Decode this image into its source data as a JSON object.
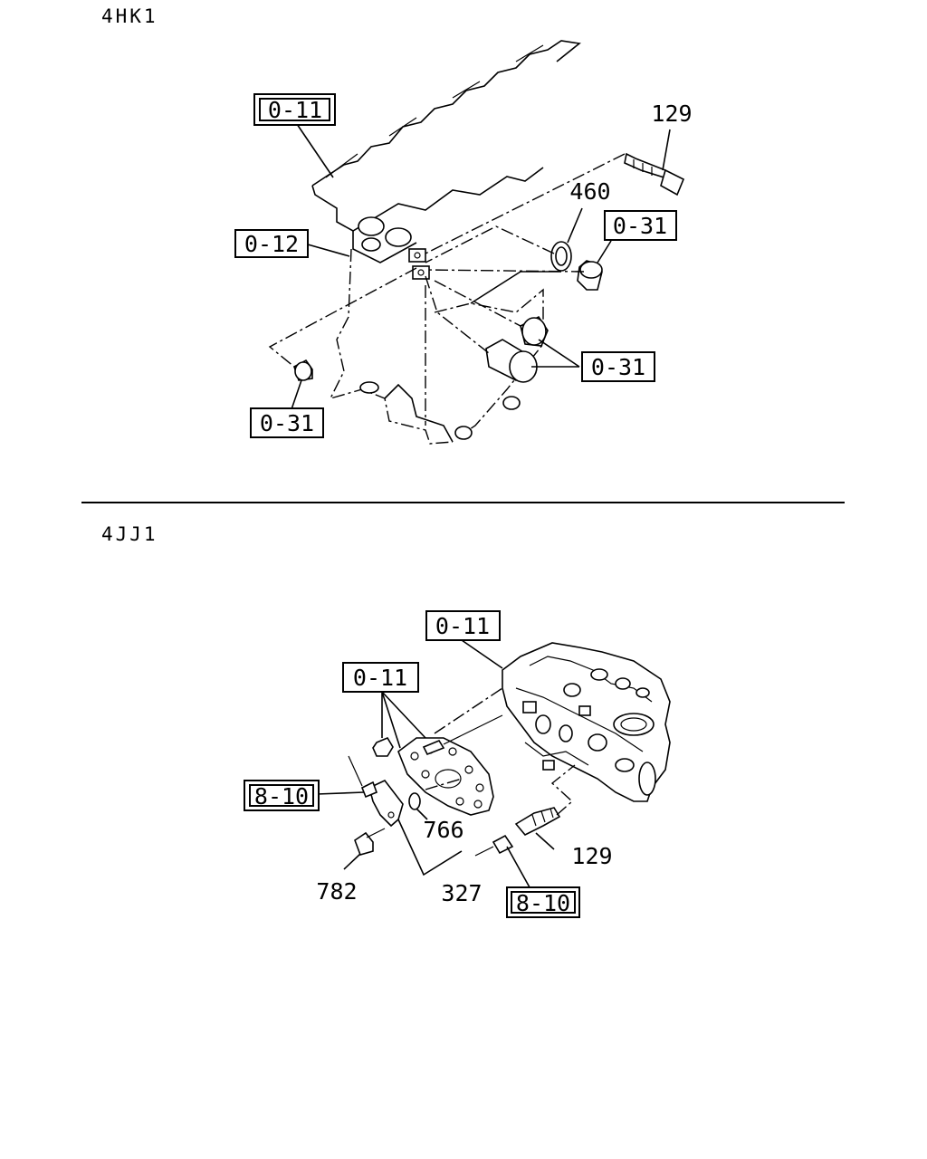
{
  "sections": [
    {
      "variant": "4HK1",
      "callouts": {
        "head": "0-11",
        "block": "0-12",
        "sensor": "129",
        "gasket": "460",
        "plug_right": "0-31",
        "plugs_center": "0-31",
        "plug_left": "0-31"
      }
    },
    {
      "variant": "4JJ1",
      "callouts": {
        "head": "0-11",
        "studs": "0-11",
        "harness_left": "8-10",
        "oring": "766",
        "bolt": "782",
        "sensor_assy": "327",
        "sensor": "129",
        "harness_right": "8-10"
      }
    }
  ],
  "colors": {
    "ink": "#000000",
    "paper": "#ffffff"
  }
}
